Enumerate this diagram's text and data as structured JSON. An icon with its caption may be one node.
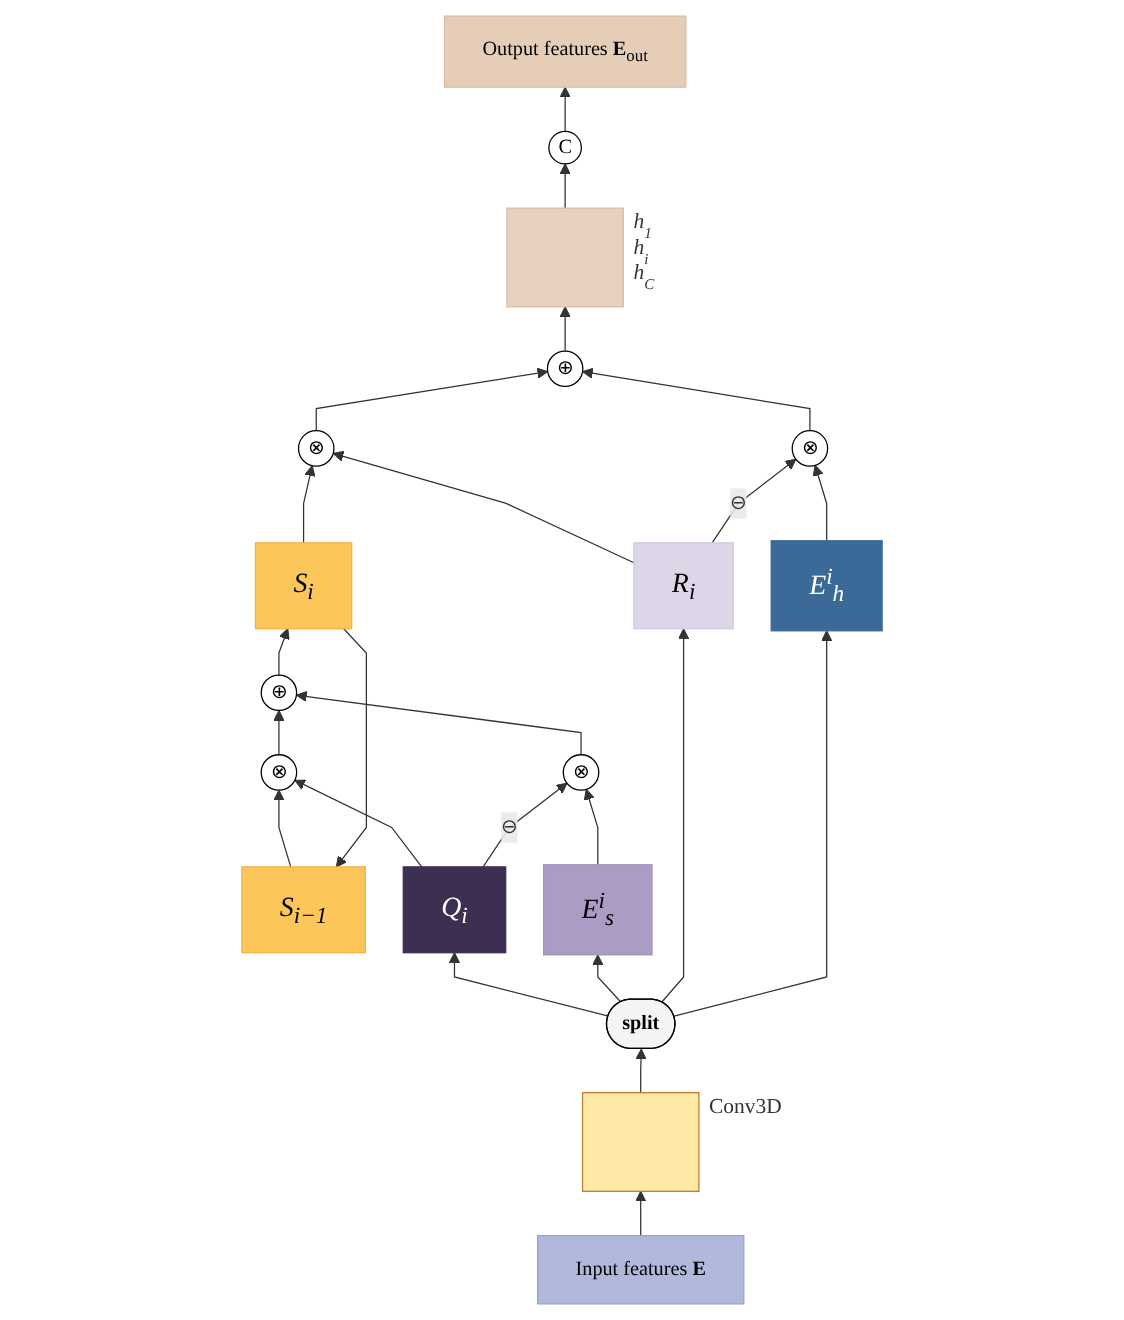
{
  "diagram": {
    "nodes": [
      {
        "text": [
          "Output features **E**$_{out}$"
        ]
      },
      {
        "text": [
          "C"
        ]
      },
      {
        "text": [],
        "shape": "box",
        "beside": [
          "h$_{1}$",
          "h$_{i}$",
          "h$_{C}$"
        ]
      },
      {
        "text": [
          "S$_{i−1}$"
        ]
      },
      {
        "text": [
          "S$_{i}$"
        ]
      },
      {
        "text": [
          "⊗"
        ]
      },
      {
        "text": [
          "⊕"
        ]
      },
      {
        "text": [
          "⊗"
        ]
      },
      {
        "text": [
          "⊕"
        ]
      },
      {
        "text": [
          "⊗"
        ]
      },
      {
        "text": [
          "⊗"
        ]
      },
      {
        "text": [
          "Q$_{i}$"
        ]
      },
      {
        "text": [
          "E$^{i}$$_{s}$"
        ]
      },
      {
        "text": [
          "R$_{i}$"
        ]
      },
      {
        "text": [
          "E$^{i}$$_{h}$"
        ]
      },
      {
        "text": [
          "split"
        ]
      },
      {
        "text": [],
        "shape": "box",
        "beside": [
          "Conv3D"
        ]
      },
      {
        "text": [
          "Input features **E**"
        ]
      }
    ],
    "edges": [
      {
        "from": 2,
        "to": 1,
        "arrow": "to"
      },
      {
        "from": 1,
        "to": 0,
        "arrow": "to"
      },
      {
        "from": 4,
        "to": 3,
        "arrow": "to"
      },
      {
        "from": 4,
        "to": 5,
        "arrow": "to"
      },
      {
        "from": 5,
        "to": 6,
        "arrow": "to"
      },
      {
        "from": 6,
        "to": 2,
        "arrow": "to"
      },
      {
        "from": 13,
        "to": 5,
        "arrow": "to"
      },
      {
        "from": 10,
        "to": 6,
        "arrow": "to"
      },
      {
        "from": 3,
        "to": 7,
        "arrow": "to"
      },
      {
        "from": 11,
        "to": 7,
        "arrow": "to"
      },
      {
        "from": 7,
        "to": 8,
        "arrow": "to"
      },
      {
        "from": 9,
        "to": 8,
        "arrow": "to"
      },
      {
        "from": 8,
        "to": 4,
        "arrow": "to"
      },
      {
        "from": 11,
        "to": 9,
        "arrow": "to",
        "label": "⊖"
      },
      {
        "from": 12,
        "to": 9,
        "arrow": "to"
      },
      {
        "from": 13,
        "to": 10,
        "arrow": "to",
        "label": "⊖"
      },
      {
        "from": 14,
        "to": 10,
        "arrow": "to"
      },
      {
        "from": 15,
        "to": 11,
        "arrow": "to"
      },
      {
        "from": 15,
        "to": 12,
        "arrow": "to"
      },
      {
        "from": 15,
        "to": 13,
        "arrow": "to"
      },
      {
        "from": 15,
        "to": 14,
        "arrow": "to"
      },
      {
        "from": 16,
        "to": 15,
        "arrow": "to"
      },
      {
        "from": 17,
        "to": 16,
        "arrow": "to"
      }
    ]
  }
}
